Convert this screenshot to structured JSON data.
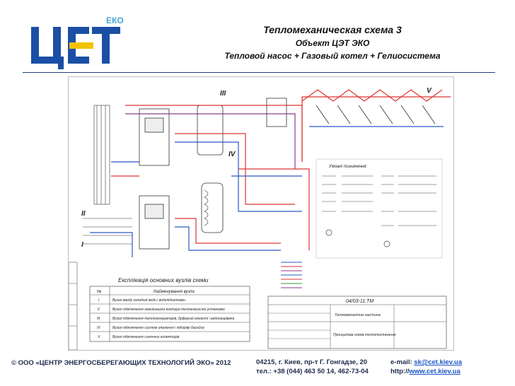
{
  "header": {
    "title": "Тепломеханическая схема 3",
    "object": "Объект ЦЭТ ЭКО",
    "subtitle": "Тепловой насос + Газовый котел + Гелиосистема"
  },
  "logo": {
    "letters": "ЦЕТ",
    "badge": "ЕКО",
    "accent": "#f2c200",
    "primary": "#1b4fa5"
  },
  "diagram": {
    "zones": [
      "I",
      "II",
      "III",
      "IV",
      "V"
    ],
    "legend_title": "Умовні позначення:",
    "table_title": "Експлікація основних вузлів схеми",
    "table_header": {
      "num": "№",
      "name": "Найменування вузла"
    },
    "table_rows": [
      {
        "num": "I",
        "name": "Вузол вводу холодної води і водопідготовки"
      },
      {
        "num": "II",
        "name": "Вузол підключення зовнішнього контура теплонасосної установки"
      },
      {
        "num": "III",
        "name": "Вузол підключення теплогенераторів, буферної ємності і водонагрівача"
      },
      {
        "num": "IV",
        "name": "Вузол підключення систем опалення і підігріву басейну"
      },
      {
        "num": "V",
        "name": "Вузол підключення сонячних колекторів"
      }
    ],
    "stamp_code": "04/03-11.ТМ",
    "stamp_title": "Тепломеханічна частина",
    "stamp_sheet": "Принципова схема теплопостачання"
  },
  "footer": {
    "copyright": "© ООО «ЦЕНТР ЭНЕРГОСБЕРЕГАЮЩИХ ТЕХНОЛОГИЙ ЭКО» 2012",
    "address": "04215, г. Киев, пр-т Г. Гонгадзе, 20",
    "phone": "тел.: +38 (044) 463 50 14, 462-73-04",
    "email_label": "e-mail:",
    "email": "sk@cet.kiev.ua",
    "http_label": "http://",
    "site": "www.cet.kiev.ua"
  }
}
